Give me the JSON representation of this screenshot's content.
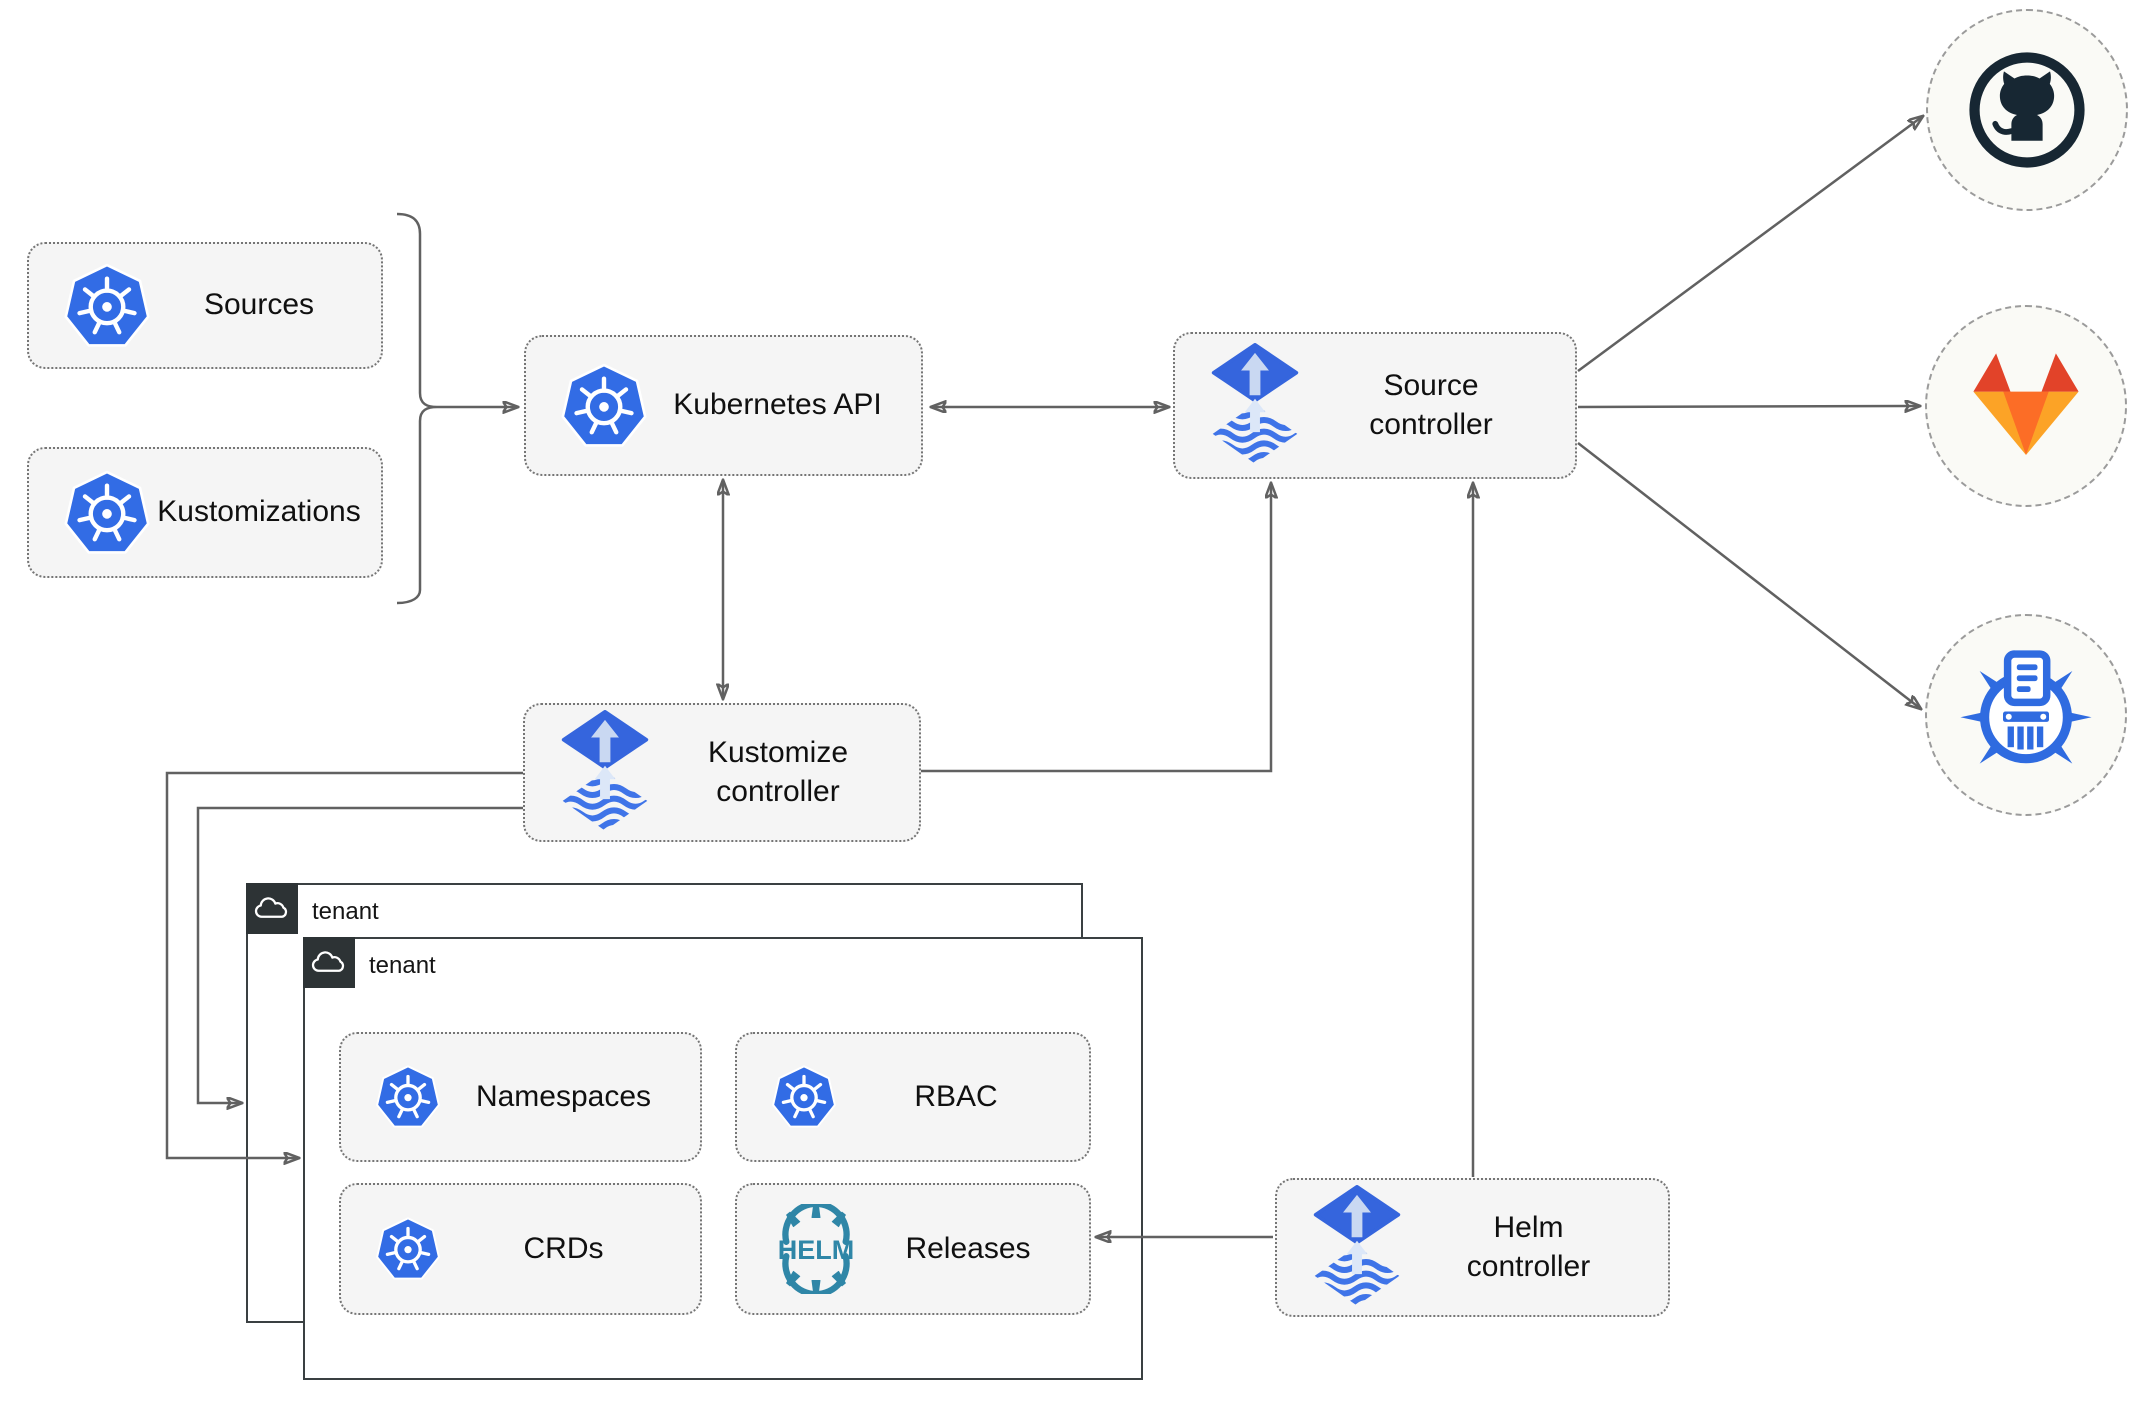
{
  "nodes": {
    "sources": {
      "label": "Sources"
    },
    "kustomizations": {
      "label": "Kustomizations"
    },
    "kubernetes_api": {
      "label": "Kubernetes API"
    },
    "source_controller": {
      "label": "Source controller"
    },
    "kustomize_controller": {
      "label": "Kustomize controller"
    },
    "helm_controller": {
      "label": "Helm controller"
    },
    "namespaces": {
      "label": "Namespaces"
    },
    "rbac": {
      "label": "RBAC"
    },
    "crds": {
      "label": "CRDs"
    },
    "releases": {
      "label": "Releases"
    }
  },
  "containers": {
    "tenant_outer": {
      "label": "tenant"
    },
    "tenant_inner": {
      "label": "tenant"
    }
  },
  "endpoints": {
    "github": {
      "icon": "github-logo"
    },
    "gitlab": {
      "icon": "gitlab-logo"
    },
    "chart_museum": {
      "icon": "chartmuseum-helm-repository-logo"
    }
  },
  "icons": {
    "helm_wordmark": "HELM"
  },
  "colors": {
    "kubernetes_blue": "#326ce5",
    "flux_blue": "#3565dd",
    "flux_wave_blue": "#3f74e8",
    "flux_arrow_light": "#c9d8f2",
    "helm_teal": "#2f86a7",
    "github_dark": "#172733",
    "gitlab_dark_orange": "#e24329",
    "gitlab_orange": "#fc6d26",
    "gitlab_light_orange": "#fca326",
    "node_fill": "#f5f5f5",
    "tenant_tab_dark": "#2d3335",
    "connector_gray": "#616161"
  }
}
